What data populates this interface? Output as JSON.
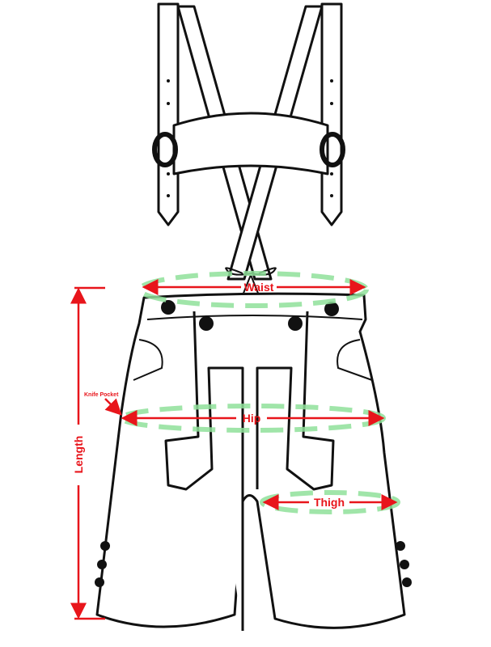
{
  "labels": {
    "waist": "Waist",
    "hip": "Hip",
    "thigh": "Thigh",
    "length": "Length",
    "knife_pocket": "Knife Pocket"
  },
  "colors": {
    "measurement": "#e8151b",
    "guide": "#8fe09a",
    "outline": "#111111"
  }
}
